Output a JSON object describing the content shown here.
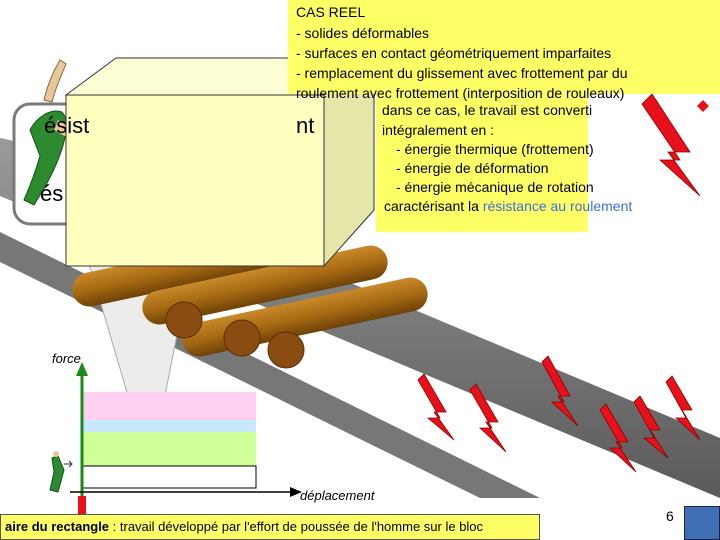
{
  "callout": {
    "title": "CAS REEL",
    "line1": " - solides déformables",
    "line2": "- surfaces en contact géométriquement imparfaites",
    "line3": "- remplacement du glissement avec frottement par du",
    "line4": "roulement avec frottement (interposition de rouleaux)",
    "line5": "dans ce cas, le travail est converti",
    "line6": "intégralement en :",
    "line7": "- énergie thermique (frottement)",
    "line8": "- énergie de déformation",
    "line9": "- énergie mécanique de rotation",
    "line10_prefix": "caractérisant  la ",
    "line10_highlight": "résistance au roulement"
  },
  "background_labels": {
    "top_partial": "ésist",
    "top_partial_right": "nt",
    "mid_partial": "és"
  },
  "chart": {
    "ylabel": "force",
    "xlabel": "déplacement"
  },
  "bottom_note": {
    "bold": "aire du rectangle",
    "rest": " : travail développé par l'effort de poussée de l'homme sur le bloc"
  },
  "page_number": "6",
  "colors": {
    "callout_bg": "#ffff66",
    "highlight": "#3b6fd6",
    "bolt_red": "#e8101a",
    "log_brown": "#a86a12",
    "block_yellow": "#ffffc0",
    "band_pink": "#ffd0f0",
    "band_blue": "#c8e8ff",
    "band_green": "#d0ff9a"
  }
}
